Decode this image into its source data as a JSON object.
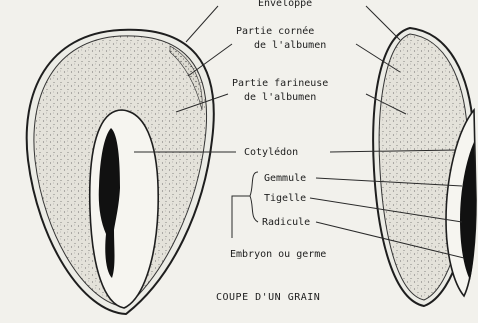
{
  "labels": {
    "enveloppe": "Enveloppe",
    "partie_cornee_1": "Partie cornée",
    "partie_cornee_2": "de l'albumen",
    "partie_farineuse_1": "Partie farineuse",
    "partie_farineuse_2": "de l'albumen",
    "cotyledon": "Cotylédon",
    "gemmule": "Gemmule",
    "tigelle": "Tigelle",
    "radicule": "Radicule",
    "embryon": "Embryon ou germe"
  },
  "caption": "COUPE D'UN GRAIN",
  "colors": {
    "background": "#f2f1ec",
    "ink": "#1e1e1e",
    "endosperm": "#e2e0d8",
    "embryo": "#111111"
  }
}
